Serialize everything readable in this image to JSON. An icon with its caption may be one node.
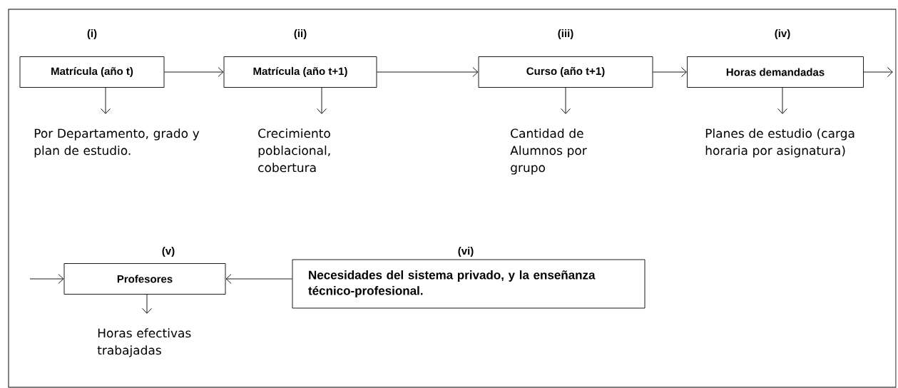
{
  "diagram": {
    "nodes": [
      {
        "text": [
          "(i)",
          "Matrícula (año t)"
        ]
      },
      {
        "text": [
          "(ii)",
          "Matrícula (año t+1)"
        ]
      },
      {
        "text": [
          "(iii)",
          "Curso (año t+1)"
        ]
      },
      {
        "text": [
          "(iv)",
          "Horas demandadas"
        ]
      },
      {
        "text": [
          "Por Departamento, grado y plan de estudio."
        ]
      },
      {
        "text": [
          "Crecimiento poblacional, cobertura"
        ]
      },
      {
        "text": [
          "Cantidad de Alumnos por grupo"
        ]
      },
      {
        "text": [
          "Planes de estudio (carga horaria por asignatura)"
        ]
      },
      {
        "text": [
          "(v)",
          "Profesores"
        ]
      },
      {
        "text": [
          "(vi)",
          "Necesidades del sistema privado, y la enseñanza técnico-profesional."
        ]
      },
      {
        "text": [
          "Horas efectivas trabajadas"
        ]
      }
    ],
    "edges": [
      {
        "from": 0,
        "to": 1,
        "arrow": "to"
      },
      {
        "from": 1,
        "to": 2,
        "arrow": "to"
      },
      {
        "from": 2,
        "to": 3,
        "arrow": "to"
      },
      {
        "from": 3,
        "to": null,
        "arrow": "to"
      },
      {
        "from": 0,
        "to": 4,
        "arrow": "to"
      },
      {
        "from": 1,
        "to": 5,
        "arrow": "to"
      },
      {
        "from": 2,
        "to": 6,
        "arrow": "to"
      },
      {
        "from": 3,
        "to": 7,
        "arrow": "to"
      },
      {
        "from": null,
        "to": 8,
        "arrow": "to"
      },
      {
        "from": 9,
        "to": 8,
        "arrow": "to"
      },
      {
        "from": 8,
        "to": 10,
        "arrow": "to"
      }
    ]
  }
}
